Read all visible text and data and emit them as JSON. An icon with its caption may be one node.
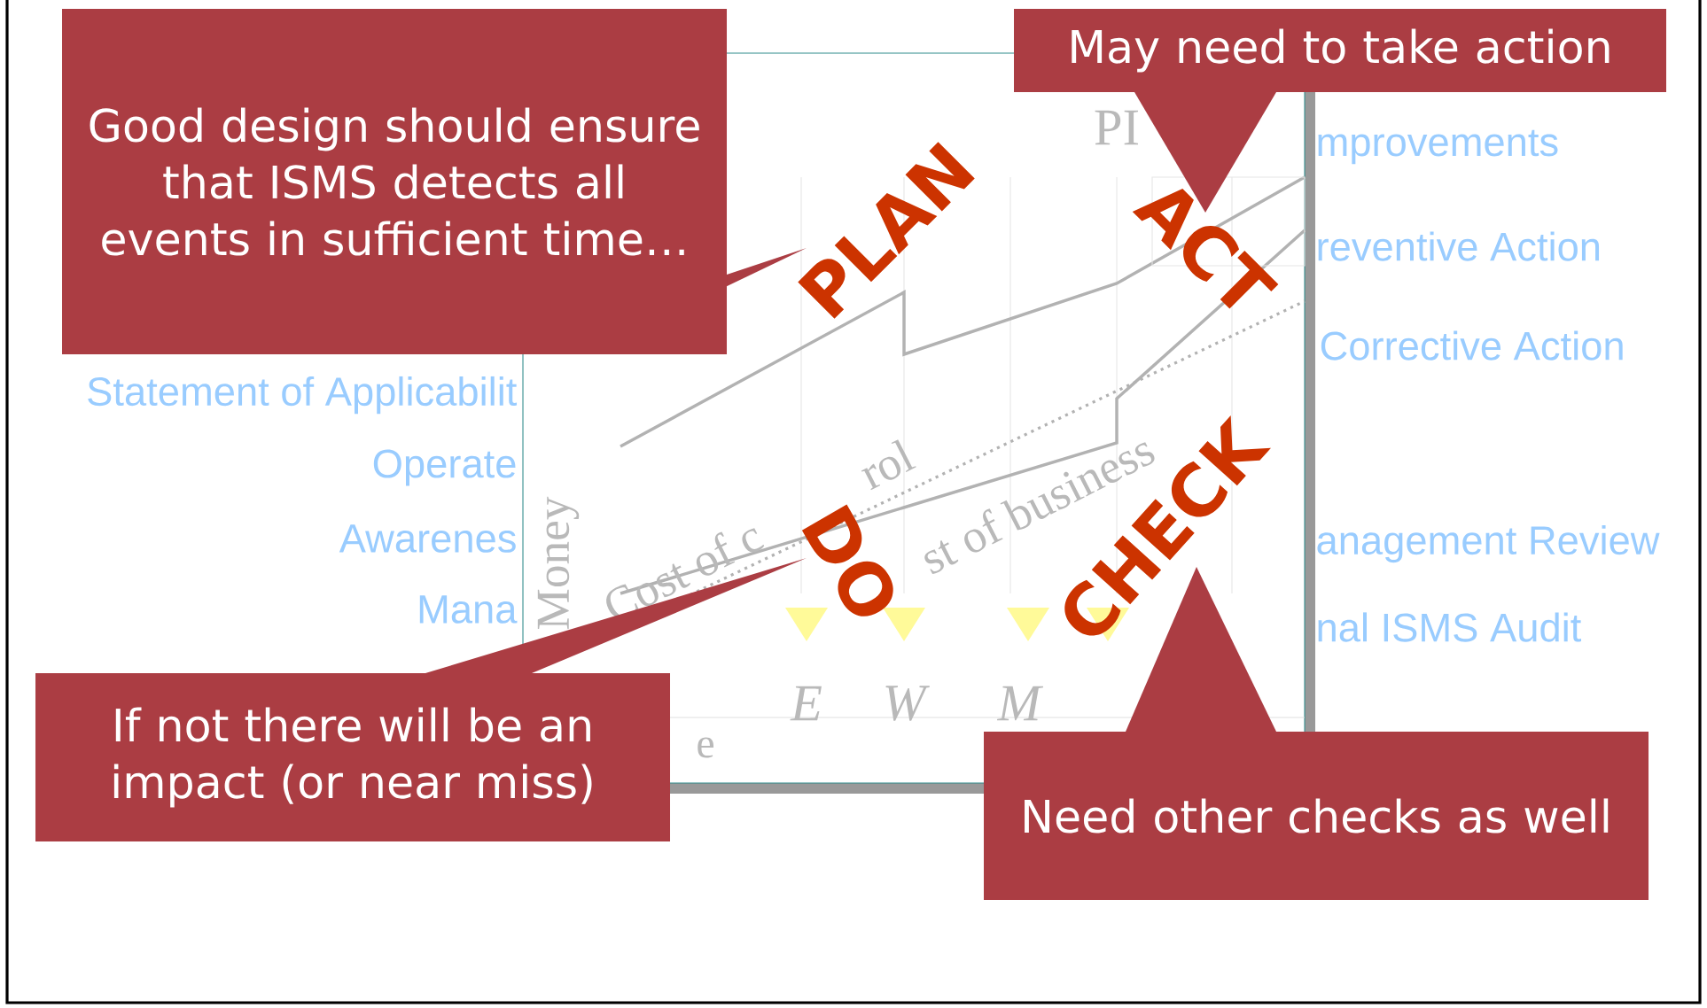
{
  "diagram": {
    "nodes": [
      {
        "text": [
          "Good design should ensure that ISMS detects all events in sufficient time…"
        ]
      },
      {
        "text": [
          "May need to take action"
        ]
      },
      {
        "text": [
          "If not there will be an impact (or near miss)"
        ]
      },
      {
        "text": [
          "Need other checks as well"
        ]
      }
    ],
    "labels": [
      "mprovements",
      "reventive Action",
      "Corrective Action",
      "Statement of Applicabilit",
      "Operate",
      "Awarenes",
      "anagement Review",
      "Mana",
      "nal ISMS Audit",
      "PI",
      "Cost of c",
      "rol",
      "st of business",
      "Money",
      "E",
      "W",
      "M",
      "e",
      "PLAN",
      "ACT",
      "DO",
      "CHECK"
    ]
  }
}
